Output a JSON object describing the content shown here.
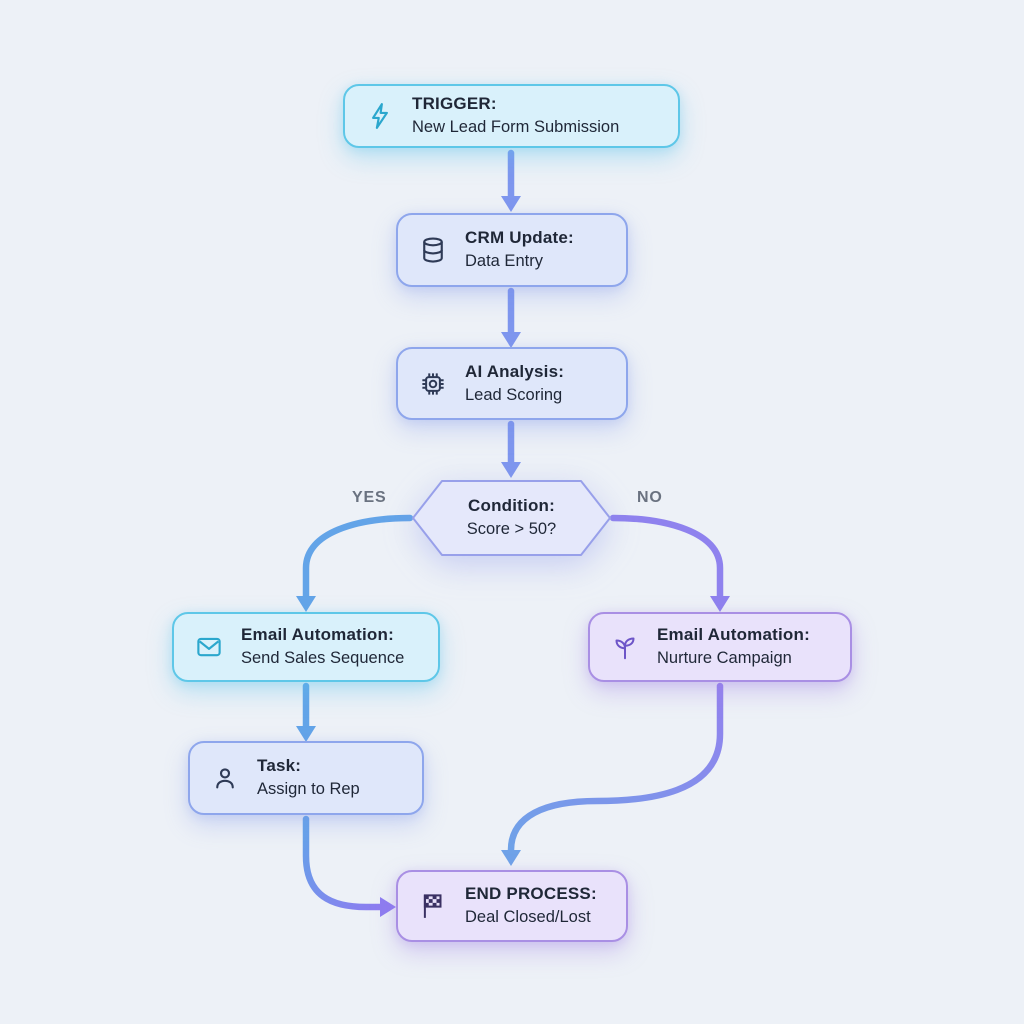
{
  "nodes": {
    "trigger": {
      "title": "TRIGGER:",
      "subtitle": "New Lead Form Submission"
    },
    "crm": {
      "title": "CRM Update:",
      "subtitle": "Data Entry"
    },
    "ai": {
      "title": "AI Analysis:",
      "subtitle": "Lead Scoring"
    },
    "condition": {
      "title": "Condition:",
      "subtitle": "Score > 50?"
    },
    "email_sales": {
      "title": "Email Automation:",
      "subtitle": "Send Sales Sequence"
    },
    "task": {
      "title": "Task:",
      "subtitle": "Assign to Rep"
    },
    "email_nurture": {
      "title": "Email Automation:",
      "subtitle": "Nurture Campaign"
    },
    "end": {
      "title": "END PROCESS:",
      "subtitle": "Deal Closed/Lost"
    }
  },
  "branch_labels": {
    "yes": "YES",
    "no": "NO"
  },
  "icons": {
    "trigger": "lightning-icon",
    "crm": "database-icon",
    "ai": "chip-icon",
    "email_sales": "envelope-icon",
    "task": "person-icon",
    "email_nurture": "sprout-icon",
    "end": "checkered-flag-icon"
  },
  "colors": {
    "background": "#edf1f7",
    "accent_cyan": "#5ec7e8",
    "accent_blue": "#8ea6ec",
    "accent_purple": "#a98fe4",
    "arrow_blue": "#63a4e8",
    "arrow_blue_purple": "#7e96ee",
    "arrow_purple": "#8f82ee",
    "text": "#1f2737",
    "label_gray": "#6a7280"
  }
}
